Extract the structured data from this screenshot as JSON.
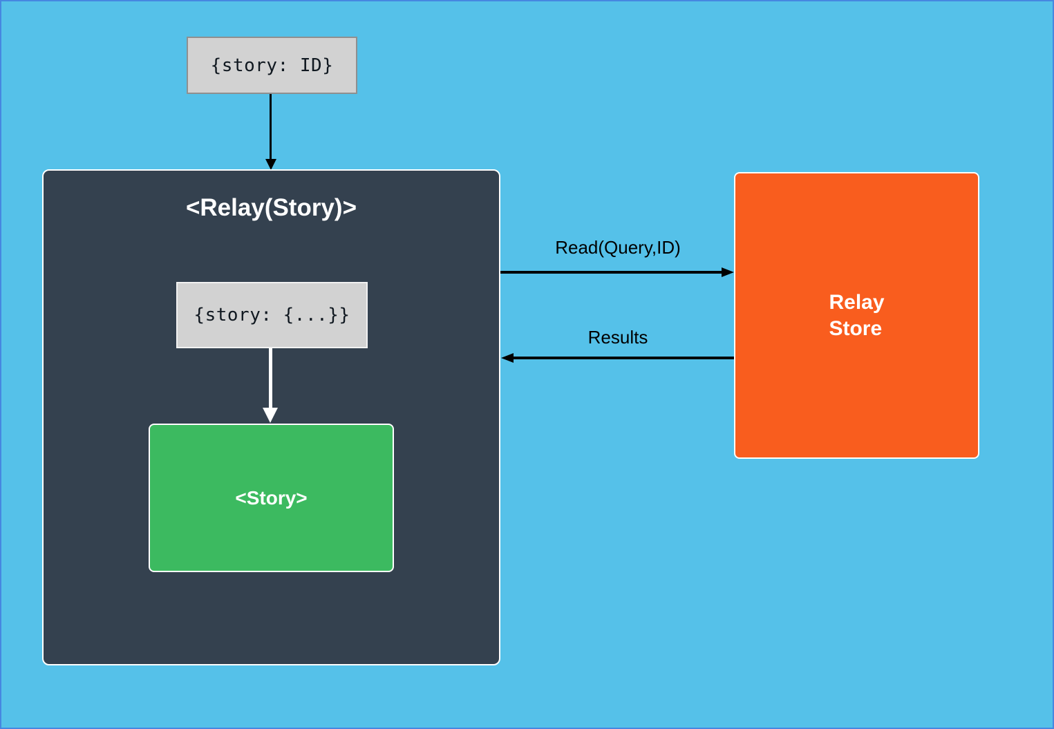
{
  "colors": {
    "background": "#55c1e9",
    "canvas_border": "#4687e0",
    "relay_component_bg": "#34414f",
    "story_bg": "#3cba60",
    "store_bg": "#f95d1e",
    "code_box_bg": "#d2d2d2",
    "code_box_border": "#8f8f8f",
    "inner_box_border": "#f2f2f2",
    "box_outline": "#ffffff",
    "arrow_black": "#000000",
    "arrow_white": "#ffffff",
    "text_dark": "#101820",
    "text_white": "#ffffff"
  },
  "nodes": {
    "props_input": {
      "label": "{story: ID}"
    },
    "relay_container": {
      "title": "<Relay(Story)>"
    },
    "resolved_props": {
      "label": "{story: {...}}"
    },
    "story_component": {
      "label": "<Story>"
    },
    "relay_store": {
      "label": "Relay\nStore"
    }
  },
  "edges": {
    "read": {
      "label": "Read(Query,ID)"
    },
    "results": {
      "label": "Results"
    }
  }
}
